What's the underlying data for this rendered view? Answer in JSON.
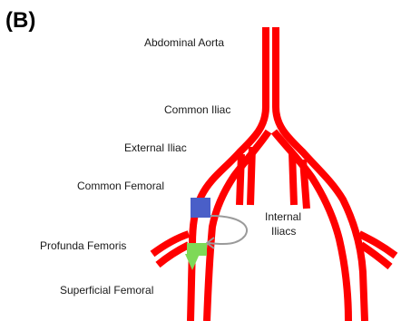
{
  "panel_letter": "(B)",
  "labels": {
    "abdominal_aorta": "Abdominal Aorta",
    "common_iliac": "Common Iliac",
    "external_iliac": "External Iliac",
    "common_femoral": "Common Femoral",
    "internal_iliacs_line1": "Internal",
    "internal_iliacs_line2": "Iliacs",
    "profunda_femoris": "Profunda Femoris",
    "superficial_femoral": "Superficial Femoral"
  },
  "colors": {
    "artery": "#ff0000",
    "proximal_marker": "#4a5fc8",
    "distal_marker": "#7ed957",
    "bypass_arrow": "#9a9a9a",
    "text": "#1a1a1a"
  },
  "icons": {
    "proximal_marker": "blue-square",
    "distal_marker": "green-arrow",
    "bypass": "curved-grey-arrow"
  }
}
